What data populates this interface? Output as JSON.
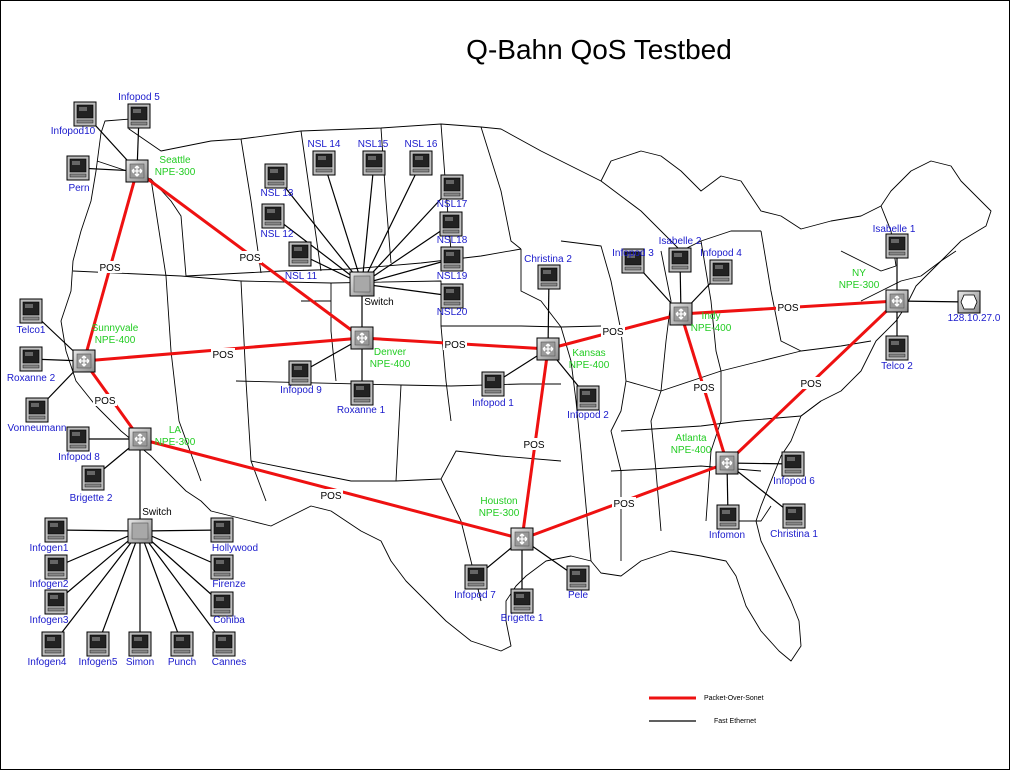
{
  "title": "Q-Bahn QoS Testbed",
  "colors": {
    "pos": "#ee1111",
    "ethernet": "#000000",
    "router_label": "#22cc22",
    "host_label": "#1a1acc"
  },
  "legend": {
    "pos_label": "Packet-Over-Sonet",
    "ethernet_label": "Fast Ethernet"
  },
  "link_label": "POS",
  "routers": [
    {
      "id": "seattle",
      "name": "Seattle",
      "type": "NPE-300"
    },
    {
      "id": "sunnyvale",
      "name": "Sunnyvale",
      "type": "NPE-400"
    },
    {
      "id": "la",
      "name": "LA",
      "type": "NPE-300"
    },
    {
      "id": "denver",
      "name": "Denver",
      "type": "NPE-400"
    },
    {
      "id": "kansas",
      "name": "Kansas",
      "type": "NPE-400"
    },
    {
      "id": "houston",
      "name": "Houston",
      "type": "NPE-300"
    },
    {
      "id": "indy",
      "name": "Indy",
      "type": "NPE-400"
    },
    {
      "id": "atlanta",
      "name": "Atlanta",
      "type": "NPE-400"
    },
    {
      "id": "ny",
      "name": "NY",
      "type": "NPE-300"
    }
  ],
  "switches": [
    {
      "id": "sw_denver",
      "label": "Switch"
    },
    {
      "id": "sw_la",
      "label": "Switch"
    }
  ],
  "hosts": [
    {
      "id": "infopod5",
      "label": "Infopod 5"
    },
    {
      "id": "infopod10",
      "label": "Infopod10"
    },
    {
      "id": "pern",
      "label": "Pern"
    },
    {
      "id": "telco1",
      "label": "Telco1"
    },
    {
      "id": "roxanne2",
      "label": "Roxanne 2"
    },
    {
      "id": "vonneumann",
      "label": "Vonneumann"
    },
    {
      "id": "infopod8",
      "label": "Infopod 8"
    },
    {
      "id": "brigette2",
      "label": "Brigette 2"
    },
    {
      "id": "nsl14",
      "label": "NSL 14"
    },
    {
      "id": "nsl15",
      "label": "NSL15"
    },
    {
      "id": "nsl16",
      "label": "NSL 16"
    },
    {
      "id": "nsl13",
      "label": "NSL 13"
    },
    {
      "id": "nsl12",
      "label": "NSL 12"
    },
    {
      "id": "nsl11",
      "label": "NSL 11"
    },
    {
      "id": "nsl17",
      "label": "NSL17"
    },
    {
      "id": "nsl18",
      "label": "NSL18"
    },
    {
      "id": "nsl19",
      "label": "NSL19"
    },
    {
      "id": "nsl20",
      "label": "NSL20"
    },
    {
      "id": "infopod9",
      "label": "Infopod 9"
    },
    {
      "id": "roxanne1",
      "label": "Roxanne 1"
    },
    {
      "id": "christina2",
      "label": "Christina 2"
    },
    {
      "id": "infopod1",
      "label": "Infopod 1"
    },
    {
      "id": "infopod2",
      "label": "Infopod 2"
    },
    {
      "id": "infopod3",
      "label": "Infopod 3"
    },
    {
      "id": "isabelle2",
      "label": "Isabelle 2"
    },
    {
      "id": "infopod4",
      "label": "Infopod 4"
    },
    {
      "id": "isabelle1",
      "label": "Isabelle 1"
    },
    {
      "id": "telco2",
      "label": "Telco 2"
    },
    {
      "id": "ext",
      "label": "128.10.27.0"
    },
    {
      "id": "infopod6",
      "label": "Infopod 6"
    },
    {
      "id": "infomon",
      "label": "Infomon"
    },
    {
      "id": "christina1",
      "label": "Christina 1"
    },
    {
      "id": "infopod7",
      "label": "Infopod 7"
    },
    {
      "id": "brigette1",
      "label": "Brigette 1"
    },
    {
      "id": "pele",
      "label": "Pele"
    },
    {
      "id": "infogen1",
      "label": "Infogen1"
    },
    {
      "id": "infogen2",
      "label": "Infogen2"
    },
    {
      "id": "infogen3",
      "label": "Infogen3"
    },
    {
      "id": "infogen4",
      "label": "Infogen4"
    },
    {
      "id": "infogen5",
      "label": "Infogen5"
    },
    {
      "id": "simon",
      "label": "Simon"
    },
    {
      "id": "punch",
      "label": "Punch"
    },
    {
      "id": "cannes",
      "label": "Cannes"
    },
    {
      "id": "cohiba",
      "label": "Cohiba"
    },
    {
      "id": "firenze",
      "label": "Firenze"
    },
    {
      "id": "hollywood",
      "label": "Hollywood"
    }
  ],
  "pos_links": [
    [
      "seattle",
      "sunnyvale"
    ],
    [
      "seattle",
      "denver"
    ],
    [
      "sunnyvale",
      "la"
    ],
    [
      "sunnyvale",
      "denver"
    ],
    [
      "la",
      "houston"
    ],
    [
      "denver",
      "kansas"
    ],
    [
      "kansas",
      "houston"
    ],
    [
      "kansas",
      "indy"
    ],
    [
      "houston",
      "atlanta"
    ],
    [
      "indy",
      "ny"
    ],
    [
      "indy",
      "atlanta"
    ],
    [
      "atlanta",
      "ny"
    ]
  ],
  "ethernet_links": [
    [
      "seattle",
      "infopod5"
    ],
    [
      "seattle",
      "infopod10"
    ],
    [
      "seattle",
      "pern"
    ],
    [
      "sunnyvale",
      "telco1"
    ],
    [
      "sunnyvale",
      "roxanne2"
    ],
    [
      "sunnyvale",
      "vonneumann"
    ],
    [
      "la",
      "infopod8"
    ],
    [
      "la",
      "brigette2"
    ],
    [
      "la",
      "sw_la"
    ],
    [
      "sw_denver",
      "denver"
    ],
    [
      "sw_denver",
      "nsl14"
    ],
    [
      "sw_denver",
      "nsl15"
    ],
    [
      "sw_denver",
      "nsl16"
    ],
    [
      "sw_denver",
      "nsl13"
    ],
    [
      "sw_denver",
      "nsl12"
    ],
    [
      "sw_denver",
      "nsl11"
    ],
    [
      "sw_denver",
      "nsl17"
    ],
    [
      "sw_denver",
      "nsl18"
    ],
    [
      "sw_denver",
      "nsl19"
    ],
    [
      "sw_denver",
      "nsl20"
    ],
    [
      "denver",
      "infopod9"
    ],
    [
      "denver",
      "roxanne1"
    ],
    [
      "kansas",
      "christina2"
    ],
    [
      "kansas",
      "infopod1"
    ],
    [
      "kansas",
      "infopod2"
    ],
    [
      "indy",
      "infopod3"
    ],
    [
      "indy",
      "isabelle2"
    ],
    [
      "indy",
      "infopod4"
    ],
    [
      "ny",
      "isabelle1"
    ],
    [
      "ny",
      "telco2"
    ],
    [
      "ny",
      "ext"
    ],
    [
      "atlanta",
      "infopod6"
    ],
    [
      "atlanta",
      "infomon"
    ],
    [
      "atlanta",
      "christina1"
    ],
    [
      "houston",
      "infopod7"
    ],
    [
      "houston",
      "brigette1"
    ],
    [
      "houston",
      "pele"
    ],
    [
      "sw_la",
      "infogen1"
    ],
    [
      "sw_la",
      "infogen2"
    ],
    [
      "sw_la",
      "infogen3"
    ],
    [
      "sw_la",
      "infogen4"
    ],
    [
      "sw_la",
      "infogen5"
    ],
    [
      "sw_la",
      "simon"
    ],
    [
      "sw_la",
      "punch"
    ],
    [
      "sw_la",
      "cannes"
    ],
    [
      "sw_la",
      "cohiba"
    ],
    [
      "sw_la",
      "firenze"
    ],
    [
      "sw_la",
      "hollywood"
    ]
  ]
}
